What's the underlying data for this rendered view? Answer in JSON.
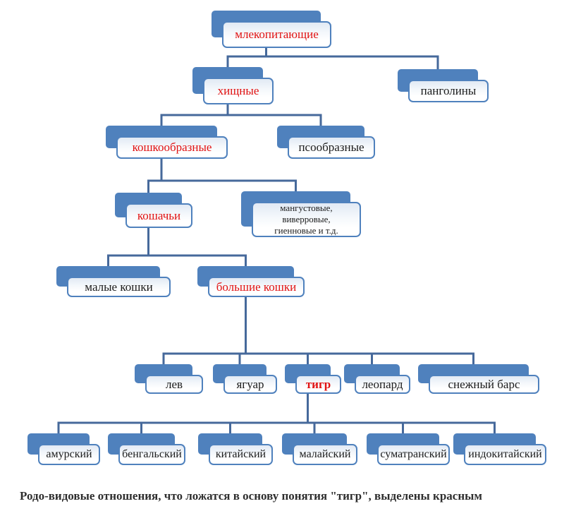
{
  "page": {
    "background": "#ffffff",
    "caption": "Родо-видовые отношения, что ложатся в основу понятия \"тигр\", выделены красным"
  },
  "palette": {
    "node_fill": "#4f81bd",
    "node_border": "#4f81bd",
    "connector": "#46699b",
    "highlight_text": "#e11212",
    "default_text": "#1c1c1c",
    "caption_text": "#2e2e2e"
  },
  "diagram": {
    "type": "tree",
    "nodes": [
      {
        "id": "mlekopitayushchie",
        "label": "млекопитающие",
        "parent": null,
        "highlight": true,
        "bold": false
      },
      {
        "id": "khishchnye",
        "label": "хищные",
        "parent": "mlekopitayushchie",
        "highlight": true,
        "bold": false
      },
      {
        "id": "pangoliny",
        "label": "панголины",
        "parent": "mlekopitayushchie",
        "highlight": false,
        "bold": false
      },
      {
        "id": "koshkoobraznye",
        "label": "кошкообразные",
        "parent": "khishchnye",
        "highlight": true,
        "bold": false
      },
      {
        "id": "psoobraznye",
        "label": "псообразные",
        "parent": "khishchnye",
        "highlight": false,
        "bold": false
      },
      {
        "id": "koshachi",
        "label": "кошачьи",
        "parent": "koshkoobraznye",
        "highlight": true,
        "bold": false
      },
      {
        "id": "mangustovye",
        "label": "мангустовые,\nвиверровые,\nгиенновые и т.д.",
        "parent": "koshkoobraznye",
        "highlight": false,
        "bold": false
      },
      {
        "id": "malye-koshki",
        "label": "малые кошки",
        "parent": "koshachi",
        "highlight": false,
        "bold": false
      },
      {
        "id": "bolshie-koshki",
        "label": "большие кошки",
        "parent": "koshachi",
        "highlight": true,
        "bold": false
      },
      {
        "id": "lev",
        "label": "лев",
        "parent": "bolshie-koshki",
        "highlight": false,
        "bold": false
      },
      {
        "id": "yaguar",
        "label": "ягуар",
        "parent": "bolshie-koshki",
        "highlight": false,
        "bold": false
      },
      {
        "id": "tigr",
        "label": "тигр",
        "parent": "bolshie-koshki",
        "highlight": true,
        "bold": true
      },
      {
        "id": "leopard",
        "label": "леопард",
        "parent": "bolshie-koshki",
        "highlight": false,
        "bold": false
      },
      {
        "id": "snezhny-bars",
        "label": "снежный барс",
        "parent": "bolshie-koshki",
        "highlight": false,
        "bold": false
      },
      {
        "id": "amursky",
        "label": "амурский",
        "parent": "tigr",
        "highlight": false,
        "bold": false
      },
      {
        "id": "bengalsky",
        "label": "бенгальский",
        "parent": "tigr",
        "highlight": false,
        "bold": false
      },
      {
        "id": "kitaysky",
        "label": "китайский",
        "parent": "tigr",
        "highlight": false,
        "bold": false
      },
      {
        "id": "malaysky",
        "label": "малайский",
        "parent": "tigr",
        "highlight": false,
        "bold": false
      },
      {
        "id": "sumatransky",
        "label": "суматранский",
        "parent": "tigr",
        "highlight": false,
        "bold": false
      },
      {
        "id": "indokitaysky",
        "label": "индокитайский",
        "parent": "tigr",
        "highlight": false,
        "bold": false
      }
    ]
  }
}
